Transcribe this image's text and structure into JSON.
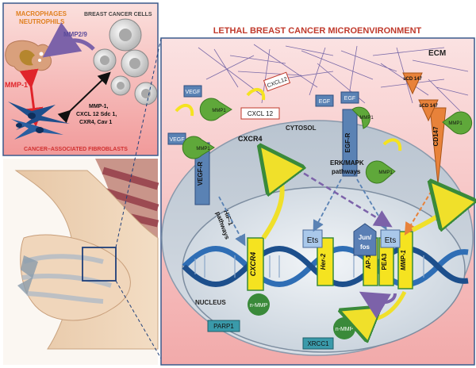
{
  "inset": {
    "macrophages": "MACROPHAGES",
    "neutrophils": "NEUTROPHILS",
    "breast_cancer_cells": "BREAST CANCER  CELLS",
    "mmp29": "MMP2/9",
    "mmp1": "MMP-1",
    "factors_line1": "MMP-1,",
    "factors_line2": "CXCL 12 Sdc 1,",
    "factors_line3": "CXR4, Cav 1",
    "fibroblasts": "CANCER–ASSOCIATED FIBROBLASTS"
  },
  "main": {
    "title": "LETHAL BREAST CANCER MICROENVIRONMENT",
    "ecm": "ECM",
    "cytosol": "CYTOSOL",
    "nucleus": "NUCLEUS",
    "erk_line1": "ERK/MAPK",
    "erk_line2": "pathways",
    "hif_line1": "HIF-1",
    "hif_line2": "pathways",
    "receptors": {
      "vegfr": "VEGF-R",
      "cxcr4": "CXCR4",
      "egfr": "EGF-R",
      "cd147": "CD147"
    },
    "ligands": {
      "vegf": "VEGF",
      "cxcl12": "CXCL 12",
      "cxcl12_floating": "CXCL12",
      "egf": "EGF",
      "scd147": "sCD 147"
    },
    "mmp1": "MMP1",
    "genes": {
      "cxcr4": "CXCR4",
      "her2": "Her-2",
      "ap1": "AP-1",
      "pea3": "PEA3",
      "mmp1": "MMP-1"
    },
    "tf": {
      "ets": "Ets",
      "junfos_line1": "Jun/",
      "junfos_line2": "fos"
    },
    "nuclear": {
      "parp1": "PARP1",
      "xrcc1": "XRCC1",
      "nmmp": "n-MMP"
    }
  },
  "colors": {
    "inset_bg": "#f4a6a6",
    "main_bg": "#f6c4c4",
    "title": "#c0392b",
    "receptor": "#5a82b4",
    "mmp_green": "#5fa83a",
    "cd147_orange": "#e8823a",
    "gene_yellow": "#f5e320",
    "dna_blue": "#2f6eb5",
    "nucleus_bg": "#e9eef4"
  }
}
